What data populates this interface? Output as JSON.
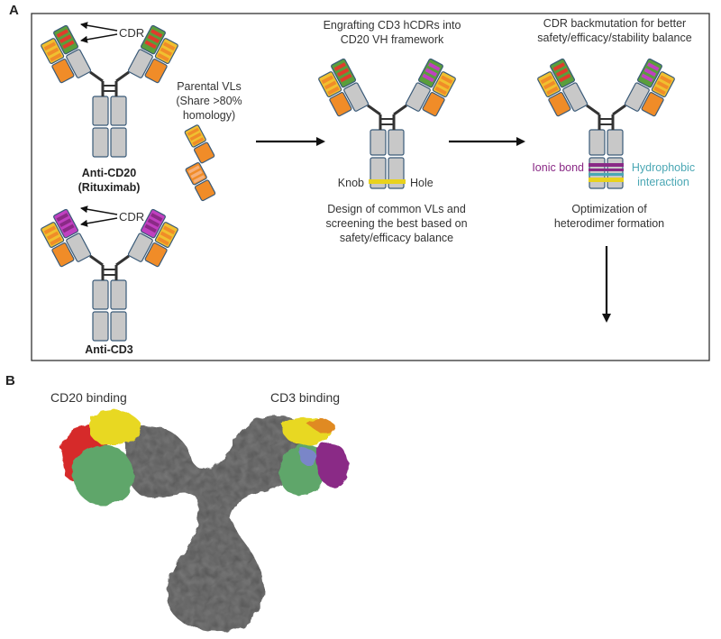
{
  "panel_a": {
    "label": "A",
    "cdr_label_1": "CDR",
    "cdr_label_2": "CDR",
    "anti_cd20_line1": "Anti-CD20",
    "anti_cd20_line2": "(Rituximab)",
    "anti_cd3": "Anti-CD3",
    "parental_vls": [
      "Parental VLs",
      "(Share >80%",
      "homology)"
    ],
    "step1_title": [
      "Engrafting CD3 hCDRs into",
      "CD20 VH framework"
    ],
    "step1_knob": "Knob",
    "step1_hole": "Hole",
    "step1_caption": [
      "Design of common VLs and",
      "screening the best based on",
      "safety/efficacy balance"
    ],
    "step2_title": [
      "CDR backmutation for better",
      "safety/efficacy/stability balance"
    ],
    "step2_ionic": "Ionic bond",
    "step2_hydrophobic": [
      "Hydrophobic",
      "interaction"
    ],
    "step2_caption": [
      "Optimization of",
      "heterodimer formation"
    ]
  },
  "panel_b": {
    "label": "B",
    "cd20_binding": "CD20 binding",
    "cd3_binding": "CD3 binding"
  },
  "colors": {
    "frame": "#333333",
    "heavy_chain": "#c8c8c8",
    "chain_outline": "#3a5a78",
    "cdr_red": "#e03c2c",
    "cdr_green": "#5a9e3c",
    "cdr_magenta": "#c040c0",
    "light_chain_orange": "#f08c28",
    "light_chain_yellow": "#f0c030",
    "knob_hole_yellow": "#e8d21e",
    "ionic": "#8a2a86",
    "hydrophobic": "#4aa7b4",
    "surface_gray": "#7a7a7a",
    "surface_yellow": "#e8d820",
    "surface_red": "#d62a2a",
    "surface_green": "#5fa66a",
    "surface_purple": "#8a2a86",
    "surface_blue": "#7a86c8"
  }
}
